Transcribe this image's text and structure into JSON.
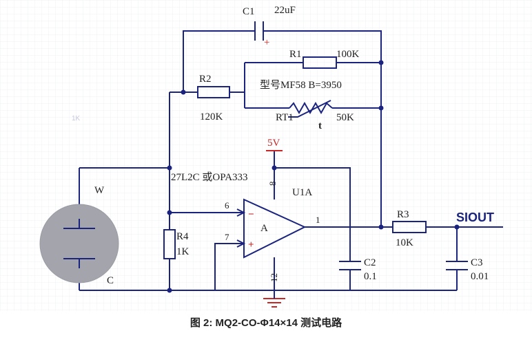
{
  "labels": {
    "c1": "C1",
    "c1_value": "22uF",
    "c1_plus": "+",
    "r1": "R1",
    "r1_value": "100K",
    "r2": "R2",
    "r2_value": "120K",
    "model": "型号MF58 B=3950",
    "rt1": "RT1",
    "rt1_value": "50K",
    "rt1_t": "t",
    "ghost_1k": "1K",
    "vcc": "5V",
    "ic_type": "27L2C 或OPA333",
    "pin8": "8",
    "u1a": "U1A",
    "w": "W",
    "c": "C",
    "pin6": "6",
    "pin7": "7",
    "pin1": "1",
    "pin12": "12",
    "opamp_a": "A",
    "minus": "−",
    "plus": "+",
    "r4": "R4",
    "r4_value": "1K",
    "r3": "R3",
    "r3_value": "10K",
    "siout": "SIOUT",
    "c2": "C2",
    "c2_value": "0.1",
    "c3": "C3",
    "c3_value": "0.01"
  },
  "caption": "图 2:   MQ2-CO-Φ14×14 测试电路"
}
